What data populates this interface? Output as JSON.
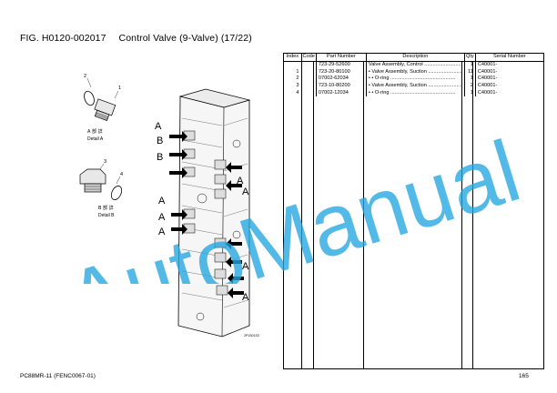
{
  "figure": {
    "number": "FIG. H0120-002017",
    "title": "Control Valve (9-Valve) (17/22)"
  },
  "drawing": {
    "detail_a": {
      "marks": [
        "1",
        "2"
      ],
      "label_jp": "A 部 詳",
      "label": "Detail A"
    },
    "detail_b": {
      "marks": [
        "3",
        "4"
      ],
      "label_jp": "B 部 詳",
      "label": "Detail B"
    },
    "callouts": [
      "A",
      "B",
      "B",
      "A",
      "A",
      "A",
      "A",
      "A",
      "A",
      "A",
      "A"
    ],
    "drawing_code": "2P1S01S3"
  },
  "parts_table": {
    "headers": [
      "Index",
      "Code",
      "Part Number",
      "Description",
      "Qty",
      "Serial Number"
    ],
    "rows": [
      {
        "index": "",
        "code": "",
        "part_number": "723-29-52600",
        "description": "Valve Assembly, Control ..........................",
        "qty": "1",
        "serial": "C40001-"
      },
      {
        "index": "1",
        "code": "",
        "part_number": "723-20-80100",
        "description": "• Valve Assembly, Suction ........................",
        "qty": "11",
        "serial": "C40001-"
      },
      {
        "index": "2",
        "code": "",
        "part_number": "07002-62034",
        "description": "• • O-ring ..............................................",
        "qty": "1",
        "serial": "C40001-"
      },
      {
        "index": "3",
        "code": "",
        "part_number": "723-10-80200",
        "description": "• Valve Assembly, Suction ........................",
        "qty": "2",
        "serial": "C40001-"
      },
      {
        "index": "4",
        "code": "",
        "part_number": "07002-12034",
        "description": "• • O-ring ..............................................",
        "qty": "1",
        "serial": "C40001-"
      }
    ]
  },
  "footer": {
    "model": "PC88MR-11 (FENC0067-01)",
    "page": "165"
  },
  "watermark": {
    "text": "AutoManual",
    "color": "#22a6e0"
  }
}
